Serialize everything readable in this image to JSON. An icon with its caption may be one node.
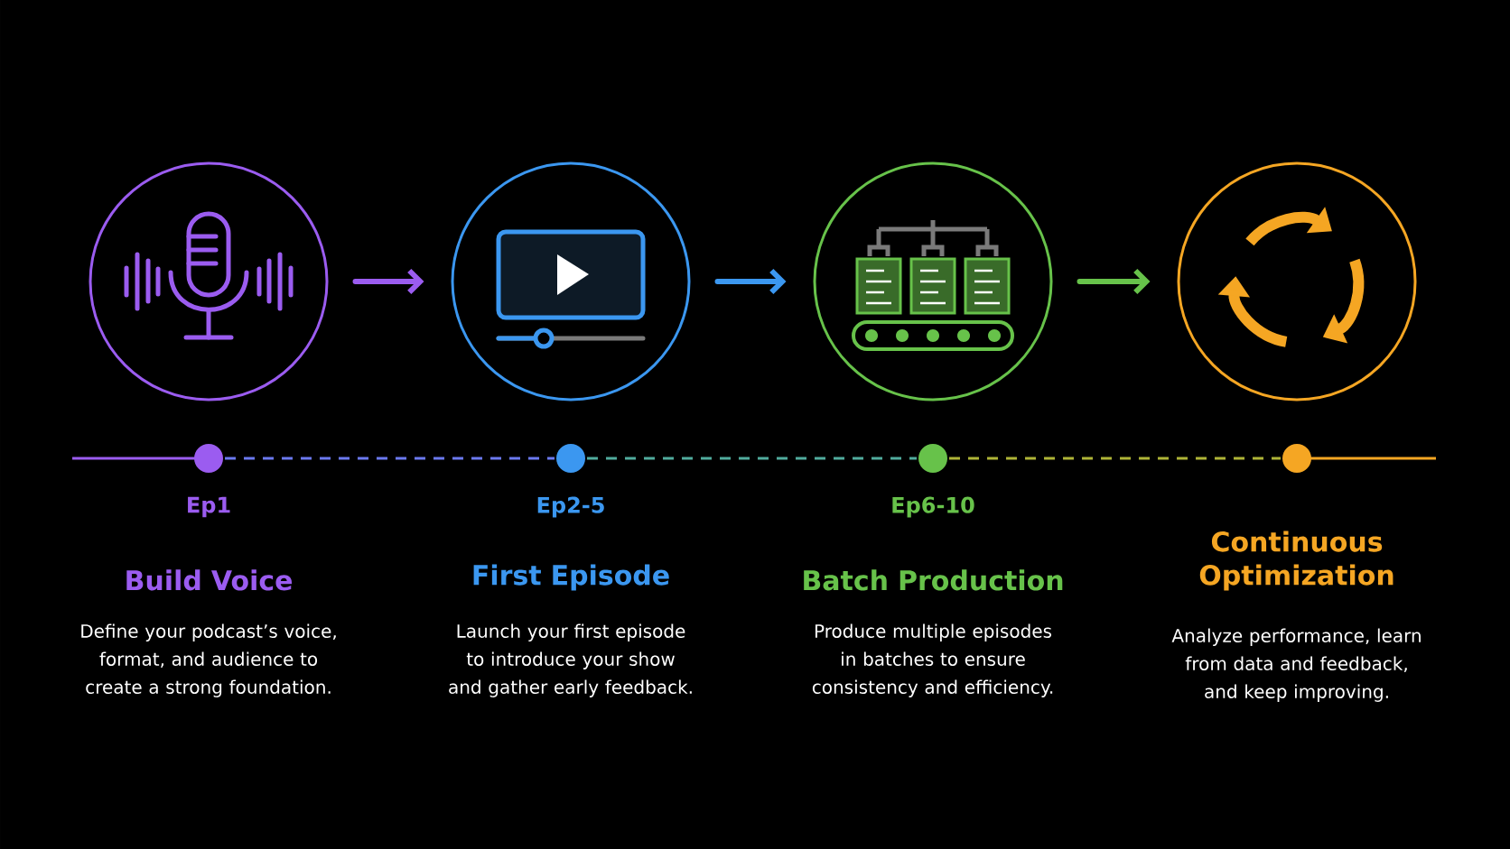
{
  "diagram": {
    "nodes": [
      {
        "text": [],
        "shape": "circle"
      },
      {
        "text": [],
        "shape": "circle"
      },
      {
        "text": [],
        "shape": "circle"
      },
      {
        "text": [],
        "shape": "circle"
      }
    ],
    "edges": [
      {
        "from": 0,
        "to": 1,
        "arrow": "to",
        "color": "#9b5cf0"
      },
      {
        "from": 1,
        "to": 2,
        "arrow": "to",
        "color": "#3b97f0"
      },
      {
        "from": 2,
        "to": 3,
        "arrow": "to",
        "color": "#67c24a"
      }
    ],
    "labels": [
      "Ep1",
      "Ep2-5",
      "Ep6-10",
      "Build Voice",
      "First Episode",
      "Batch Production",
      "Continuous Optimization",
      "Define your podcast’s voice, format, and audience to create a strong foundation.",
      "Launch your first episode to introduce your show and gather early feedback.",
      "Produce multiple episodes in batches to ensure consistency and efficiency.",
      "Analyze performance, learn from data and feedback, and keep improving."
    ]
  }
}
